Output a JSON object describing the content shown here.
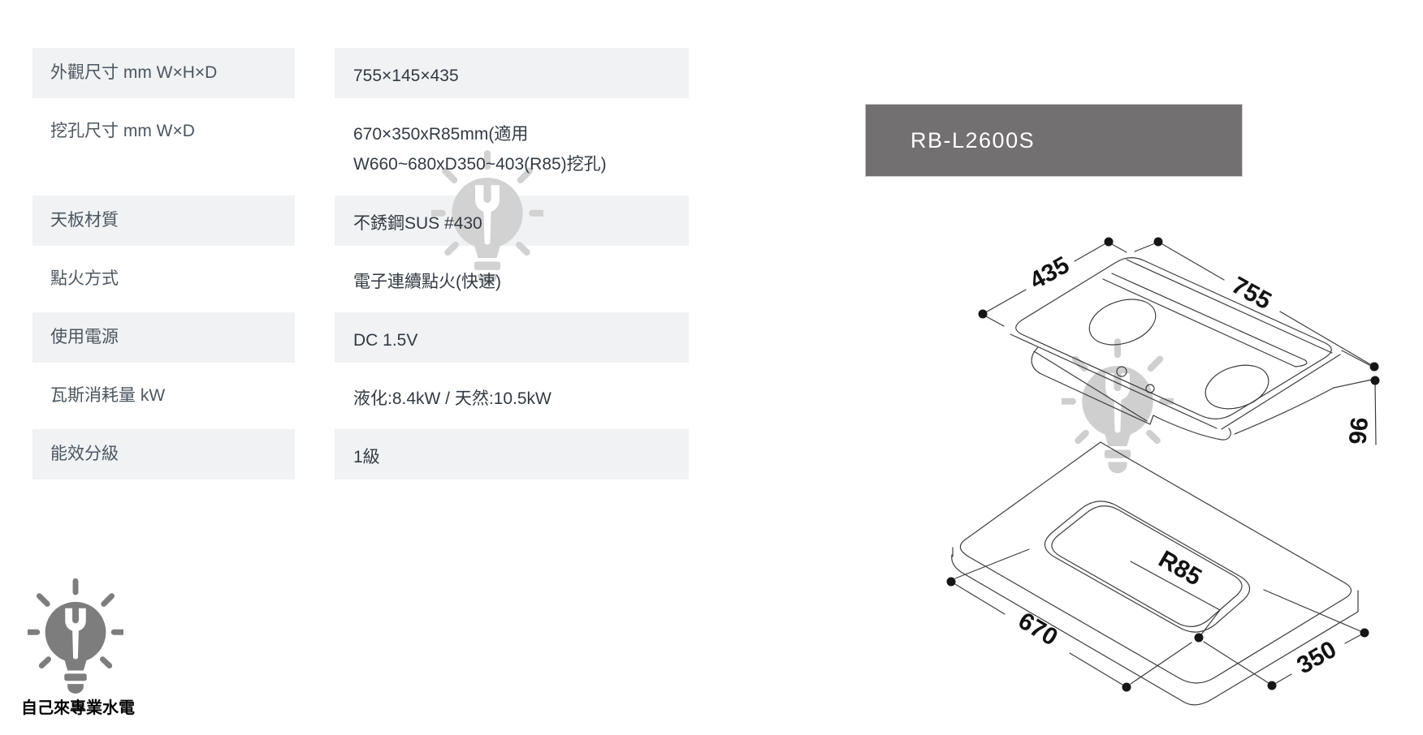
{
  "spec_table": {
    "rows": [
      {
        "label": "外觀尺寸 mm W×H×D",
        "value_lines": [
          "755×145×435"
        ]
      },
      {
        "label": "挖孔尺寸 mm W×D",
        "value_lines": [
          "670×350xR85mm(適用",
          "W660~680xD350~403(R85)挖孔)"
        ]
      },
      {
        "label": "天板材質",
        "value_lines": [
          "不銹鋼SUS #430"
        ]
      },
      {
        "label": "點火方式",
        "value_lines": [
          "電子連續點火(快速)"
        ]
      },
      {
        "label": "使用電源",
        "value_lines": [
          "DC 1.5V"
        ]
      },
      {
        "label": "瓦斯消耗量 kW",
        "value_lines": [
          "液化:8.4kW / 天然:10.5kW"
        ]
      },
      {
        "label": "能效分級",
        "value_lines": [
          "1級"
        ]
      }
    ]
  },
  "product_badge": {
    "model": "RB-L2600S",
    "background": "#727071",
    "text_color": "#ffffff"
  },
  "diagram": {
    "dims": {
      "top_width": "755",
      "top_depth": "435",
      "body_height": "96",
      "cutout_width": "670",
      "cutout_depth": "350",
      "cutout_radius": "R85"
    }
  },
  "brand": {
    "name": "自己來專業水電"
  },
  "icons": {
    "watermark": "bulb-wrench-icon",
    "logo": "bulb-wrench-icon"
  },
  "colors": {
    "row_shade": "#f0f2f4",
    "label_text": "#4d565e",
    "value_text": "#333a42",
    "badge_bg": "#727071",
    "diagram_line": "#3c3c3c",
    "watermark_gray": "#d2d2d2",
    "logo_gray": "#7d7d7d"
  }
}
